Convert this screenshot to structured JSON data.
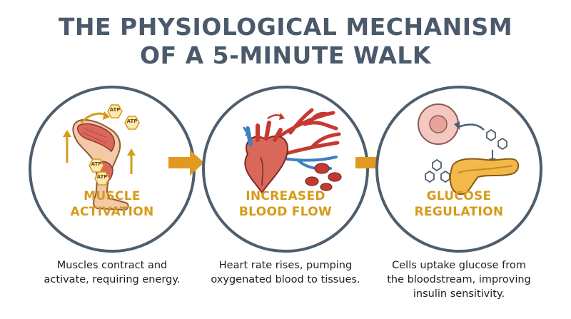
{
  "title": {
    "line1": "THE PHYSIOLOGICAL MECHANISM",
    "line2": "OF A 5-MINUTE WALK"
  },
  "steps": [
    {
      "label_line1": "MUSCLE",
      "label_line2": "ACTIVATION",
      "desc_line1": "Muscles contract and",
      "desc_line2": "activate, requiring energy.",
      "icon_labels": [
        "ATP",
        "ATP",
        "ATP",
        "ATP"
      ]
    },
    {
      "label_line1": "INCREASED",
      "label_line2": "BLOOD FLOW",
      "desc_line1": "Heart rate rises, pumping",
      "desc_line2": "oxygenated blood to tissues."
    },
    {
      "label_line1": "GLUCOSE",
      "label_line2": "REGULATION",
      "desc_line1": "Cells uptake glucose from",
      "desc_line2": "the bloodstream, improving",
      "desc_line3": "insulin sensitivity."
    }
  ],
  "colors": {
    "title": "#4a5a6a",
    "circle_border": "#4f5e6d",
    "label": "#d79a1a",
    "arrow": "#e09a22",
    "muscle": "#d9685a",
    "skin": "#f3c9a8",
    "blood": "#c43a32",
    "vein": "#3f7fc0"
  },
  "icons": [
    "leg-muscle-icon",
    "atp-molecule-icon",
    "heart-icon",
    "blood-vessel-icon",
    "red-blood-cell-icon",
    "cell-icon",
    "glucose-molecule-icon",
    "pancreas-icon",
    "flow-arrow-icon"
  ]
}
